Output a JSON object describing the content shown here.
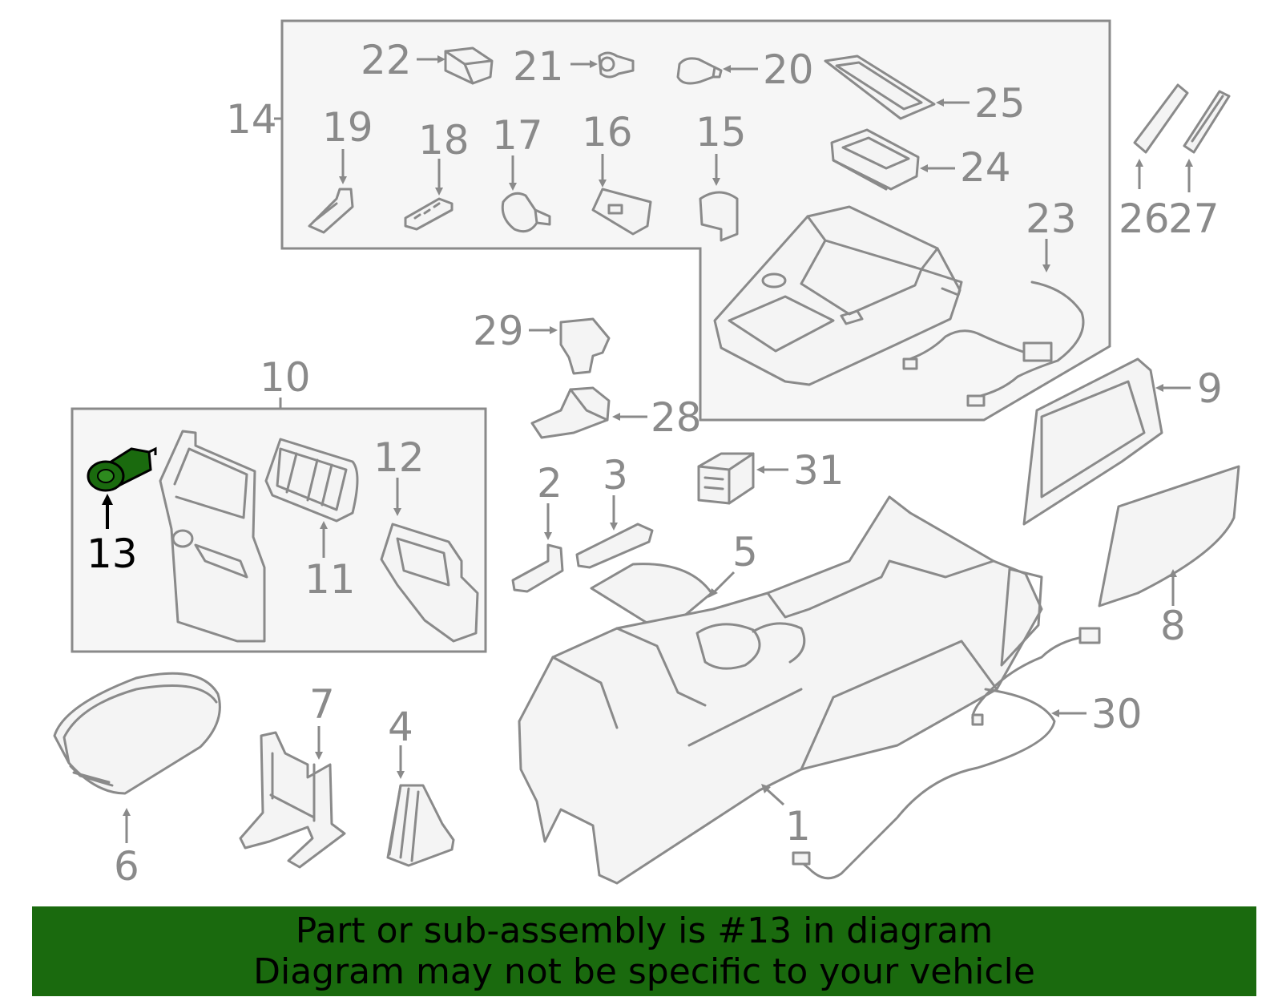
{
  "callouts": {
    "c1": "1",
    "c2": "2",
    "c3": "3",
    "c4": "4",
    "c5": "5",
    "c6": "6",
    "c7": "7",
    "c8": "8",
    "c9": "9",
    "c10": "10",
    "c11": "11",
    "c12": "12",
    "c13": "13",
    "c14": "14",
    "c15": "15",
    "c16": "16",
    "c17": "17",
    "c18": "18",
    "c19": "19",
    "c20": "20",
    "c21": "21",
    "c22": "22",
    "c23": "23",
    "c24": "24",
    "c25": "25",
    "c26": "26",
    "c27": "27",
    "c28": "28",
    "c29": "29",
    "c30": "30",
    "c31": "31"
  },
  "highlighted_part": "13",
  "colors": {
    "line": "#8a8a8a",
    "highlight_part": "#1a6a0e",
    "banner_bg": "#1a6a0e",
    "banner_text": "#000000",
    "group_box_fill": "#f6f6f6"
  },
  "banner": {
    "line1": "Part or sub-assembly is #13 in diagram",
    "line2": "Diagram may not be specific to your vehicle"
  }
}
